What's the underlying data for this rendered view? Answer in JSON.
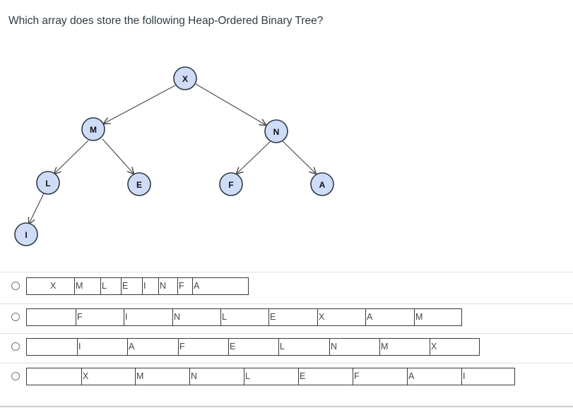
{
  "question": "Which array does store the following Heap-Ordered Binary Tree?",
  "tree": {
    "nodes": [
      {
        "id": "x",
        "label": "X"
      },
      {
        "id": "m",
        "label": "M"
      },
      {
        "id": "n",
        "label": "N"
      },
      {
        "id": "l",
        "label": "L"
      },
      {
        "id": "e",
        "label": "E"
      },
      {
        "id": "f",
        "label": "F"
      },
      {
        "id": "a",
        "label": "A"
      },
      {
        "id": "i",
        "label": "I"
      }
    ]
  },
  "options": [
    {
      "cells": [
        "X",
        "M",
        "L",
        "E",
        "I",
        "N",
        "F",
        "A"
      ]
    },
    {
      "cells": [
        "F",
        "I",
        "N",
        "L",
        "E",
        "X",
        "A",
        "M"
      ]
    },
    {
      "cells": [
        "I",
        "A",
        "F",
        "E",
        "L",
        "N",
        "M",
        "X"
      ]
    },
    {
      "cells": [
        "X",
        "M",
        "N",
        "L",
        "E",
        "F",
        "A",
        "I"
      ]
    }
  ]
}
